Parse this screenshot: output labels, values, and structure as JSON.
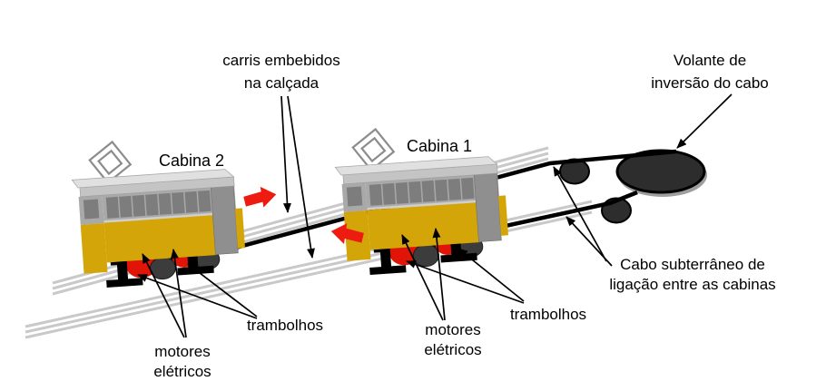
{
  "diagram": {
    "labels": {
      "rails": {
        "line1": "carris embebidos",
        "line2": "na calçada"
      },
      "flywheel": {
        "line1": "Volante de",
        "line2": "inversão do cabo"
      },
      "cabin2": "Cabina 2",
      "cabin1": "Cabina 1",
      "motors_left": {
        "line1": "motores",
        "line2": "elétricos"
      },
      "motors_right": {
        "line1": "motores",
        "line2": "elétricos"
      },
      "drags_left": "trambolhos",
      "drags_right": "trambolhos",
      "cable": {
        "line1": "Cabo subterrâneo de",
        "line2": "ligação entre as cabinas"
      }
    },
    "icons": {
      "trolley": "trolley-pole-icon",
      "direction_right": "direction-arrow-right-icon",
      "direction_left": "direction-arrow-left-icon"
    },
    "colors": {
      "background": "#ffffff",
      "text": "#000000",
      "cabin_yellow": "#d4a509",
      "cabin_gray": "#a9a9a9",
      "roof_gray": "#e0e0e0",
      "window_gray": "#7d7d7d",
      "motor_red": "#e01508",
      "direction_arrow_red": "#ee1b10",
      "wheel_dark": "#3c3c3c",
      "flywheel_dark": "#2d2d2d",
      "rail_gray": "#c9c9c9",
      "cable_black": "#000000"
    }
  }
}
